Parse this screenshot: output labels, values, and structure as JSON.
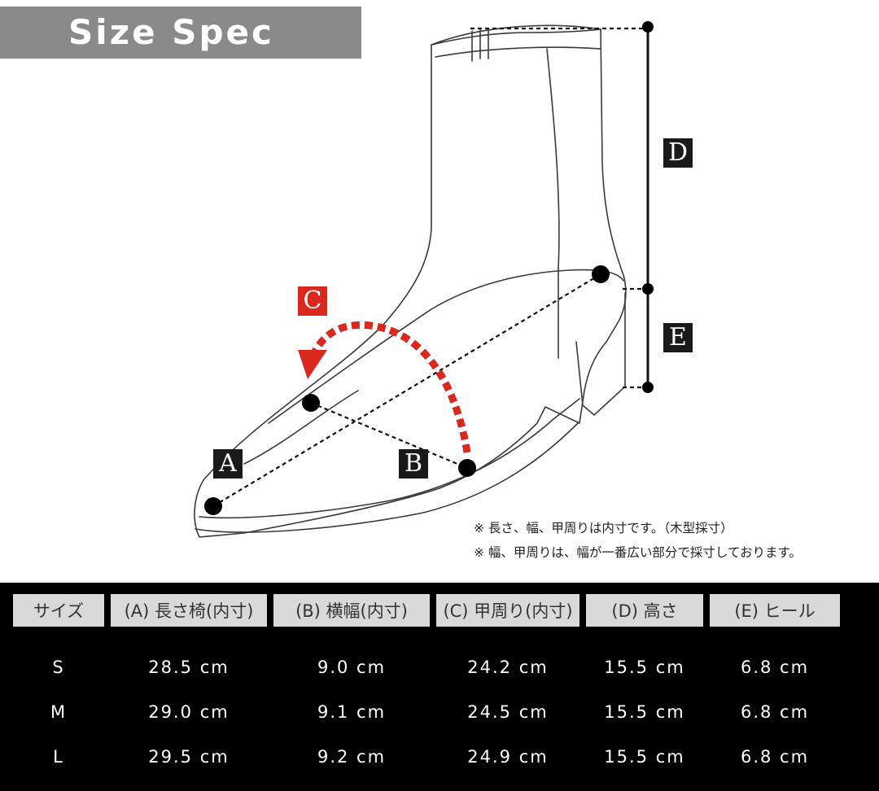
{
  "title": "Size Spec",
  "labels": {
    "a": "A",
    "b": "B",
    "c": "C",
    "d": "D",
    "e": "E"
  },
  "notes": [
    "※ 長さ、幅、甲周りは内寸です。（木型採寸）",
    "※ 幅、甲周りは、幅が一番広い部分で採寸しております。"
  ],
  "table": {
    "headers": [
      "サイズ",
      "(A) 長さ椅(内寸)",
      "(B) 横幅(内寸)",
      "(C) 甲周り(内寸)",
      "(D) 高さ",
      "(E) ヒール"
    ],
    "rows": [
      [
        "S",
        "28.5 cm",
        "9.0 cm",
        "24.2 cm",
        "15.5 cm",
        "6.8 cm"
      ],
      [
        "M",
        "29.0 cm",
        "9.1 cm",
        "24.5 cm",
        "15.5 cm",
        "6.8 cm"
      ],
      [
        "L",
        "29.5 cm",
        "9.2 cm",
        "24.9 cm",
        "15.5 cm",
        "6.8 cm"
      ]
    ]
  },
  "colors": {
    "accent_red": "#d9281e",
    "title_bg": "#8a8a8a",
    "label_bg": "#1a1a1a"
  }
}
